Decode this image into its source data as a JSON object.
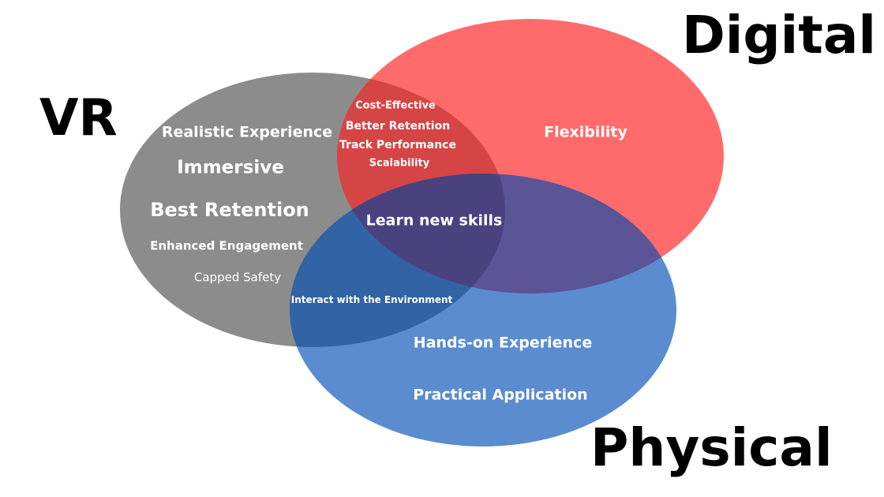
{
  "diagram": {
    "type": "venn",
    "sets": [
      {
        "name": "VR",
        "color": "#8c8c8c",
        "items": [
          "Realistic Experience",
          "Immersive",
          "Best Retention",
          "Enhanced Engagement",
          "Capped Safety"
        ]
      },
      {
        "name": "Digital",
        "color": "#ff6b6b",
        "items": [
          "Flexibility"
        ]
      },
      {
        "name": "Physical",
        "color": "#5b8ccf",
        "items": [
          "Hands-on Experience",
          "Practical Application"
        ]
      }
    ],
    "intersections": {
      "vr_digital": [
        "Cost-Effective",
        "Better Retention",
        "Track Performance",
        "Scalability"
      ],
      "vr_physical": [
        "Interact with the Environment"
      ],
      "all": [
        "Learn new skills"
      ]
    },
    "colors": {
      "vr_digital": "#d64545",
      "vr_physical": "#3163a5",
      "digital_physical": "#5b5497",
      "all": "#4a427f"
    }
  },
  "titles": {
    "vr": "VR",
    "digital": "Digital",
    "physical": "Physical"
  },
  "labels": {
    "vr": {
      "realistic": "Realistic Experience",
      "immersive": "Immersive",
      "best_retention": "Best Retention",
      "engagement": "Enhanced Engagement",
      "safety": "Capped Safety"
    },
    "vr_digital": {
      "cost": "Cost-Effective",
      "retention": "Better Retention",
      "track": "Track Performance",
      "scal": "Scalability"
    },
    "digital": {
      "flex": "Flexibility"
    },
    "all": {
      "learn": "Learn new skills"
    },
    "vr_physical": {
      "interact": "Interact with the Environment"
    },
    "physical": {
      "hands": "Hands-on Experience",
      "practical": "Practical Application"
    }
  }
}
